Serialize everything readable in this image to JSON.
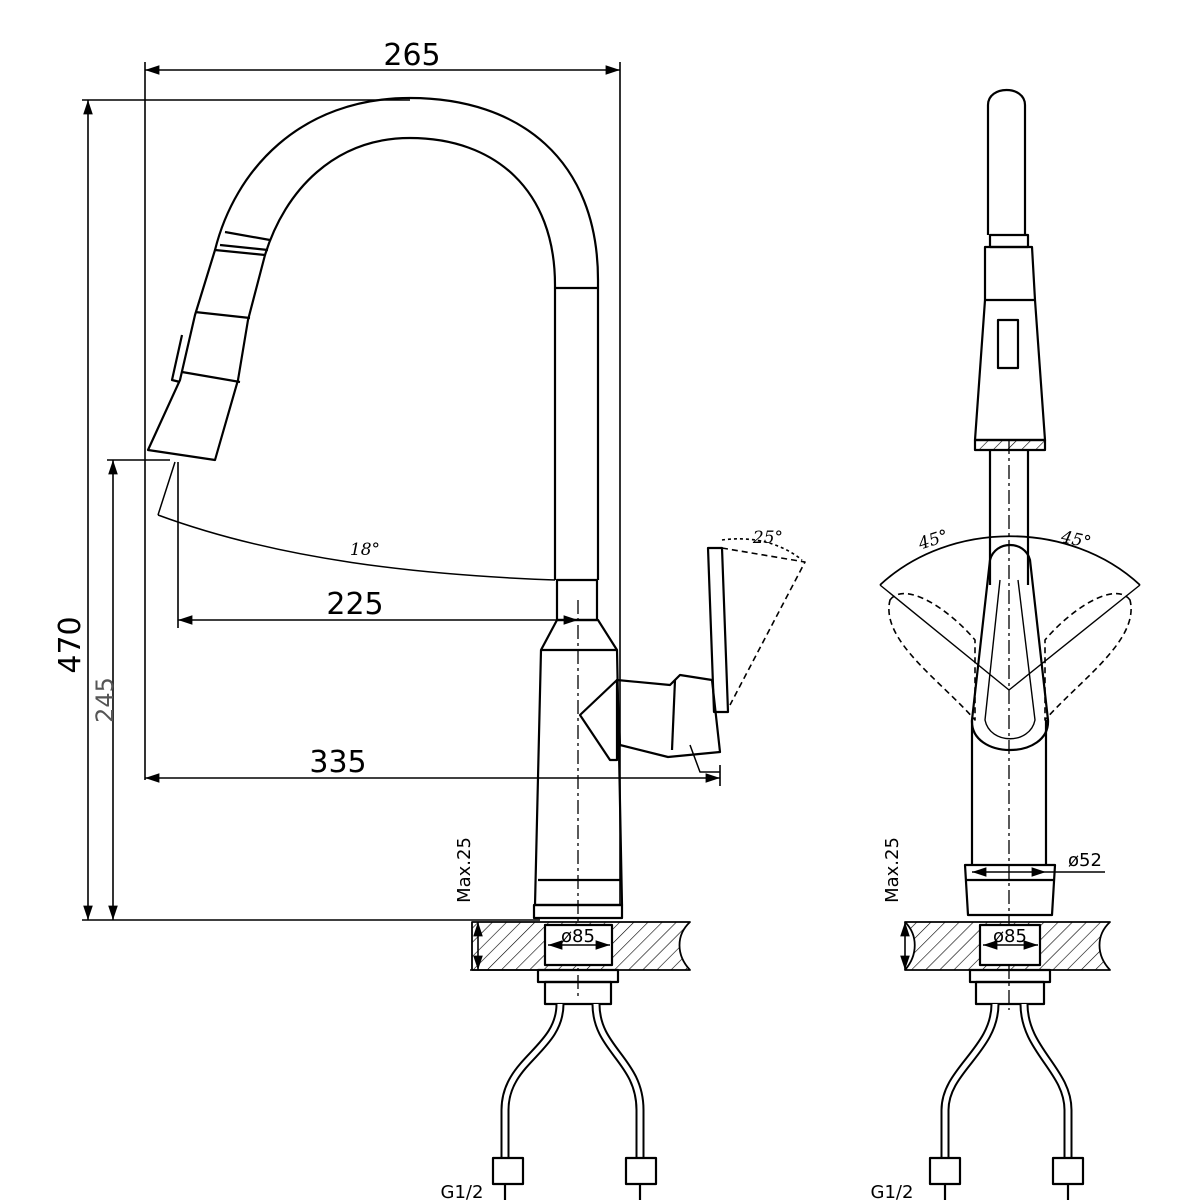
{
  "dimensions": {
    "width_top": "265",
    "height_total": "470",
    "height_spout": "245",
    "reach_spout": "225",
    "reach_handle": "335",
    "max_left": "Max.25",
    "max_right": "Max.25",
    "dia_base_left": "ø85",
    "dia_base_right": "ø85",
    "dia_body": "ø52",
    "thread_left": "G1/2",
    "thread_right": "G1/2"
  },
  "angles": {
    "spout_swivel": "18°",
    "handle_tilt": "25°",
    "handle_left": "45°",
    "handle_right": "45°"
  },
  "colors": {
    "line": "#000000",
    "background": "#ffffff"
  }
}
